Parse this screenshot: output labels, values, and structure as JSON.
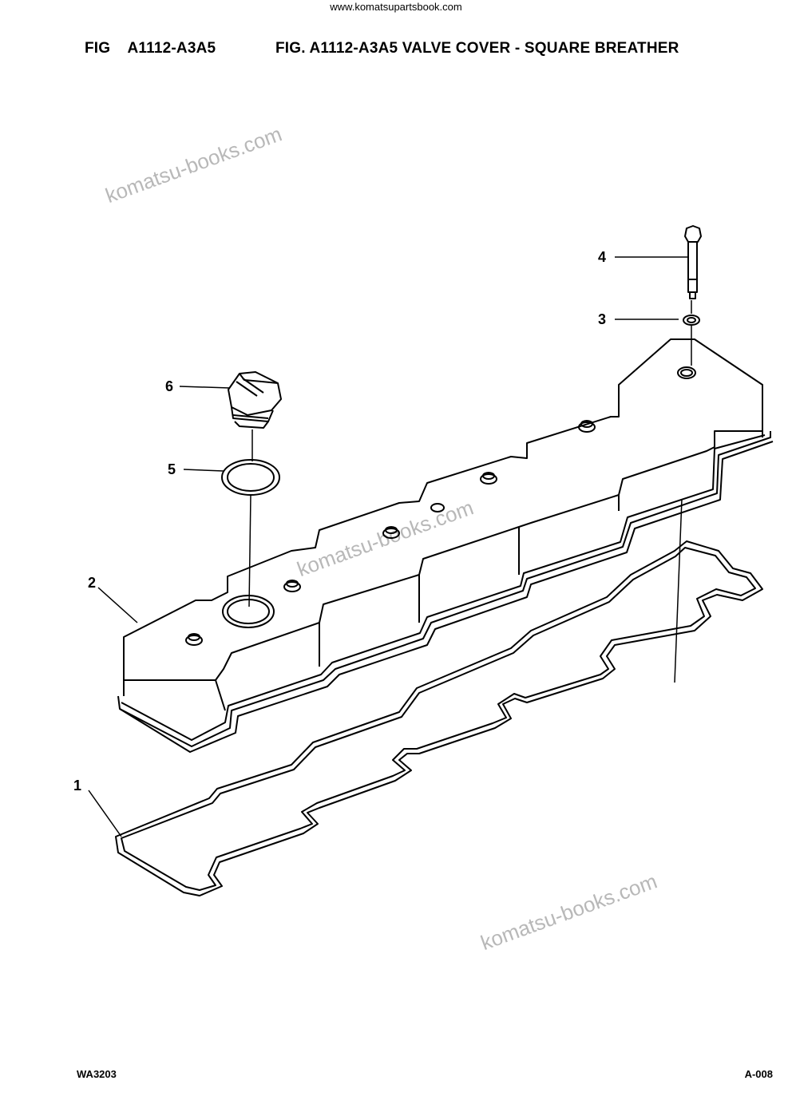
{
  "header": {
    "site_url": "www.komatsupartsbook.com",
    "fig_label": "FIG    A1112-A3A5",
    "fig_title": "FIG. A1112-A3A5 VALVE COVER - SQUARE BREATHER"
  },
  "watermark": {
    "text": "komatsu-books.com"
  },
  "callouts": [
    {
      "id": "1",
      "label": "1"
    },
    {
      "id": "2",
      "label": "2"
    },
    {
      "id": "3",
      "label": "3"
    },
    {
      "id": "4",
      "label": "4"
    },
    {
      "id": "5",
      "label": "5"
    },
    {
      "id": "6",
      "label": "6"
    }
  ],
  "footer": {
    "left_code": "WA3203",
    "page_number": "A-008"
  }
}
